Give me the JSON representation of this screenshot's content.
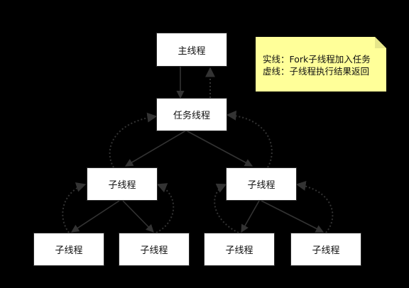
{
  "colors": {
    "background": "#000000",
    "node_fill": "#ffffff",
    "edge": "#333333",
    "note_fill": "#ffff99"
  },
  "nodes": {
    "main": "主线程",
    "task": "任务线程",
    "child_left": "子线程",
    "child_right": "子线程",
    "leaf_1": "子线程",
    "leaf_2": "子线程",
    "leaf_3": "子线程",
    "leaf_4": "子线程"
  },
  "legend_note": {
    "line1": "实线：Fork子线程加入任务",
    "line2": "虚线：子线程执行结果返回"
  },
  "edge_types": {
    "solid": "fork",
    "dotted": "result-return"
  }
}
